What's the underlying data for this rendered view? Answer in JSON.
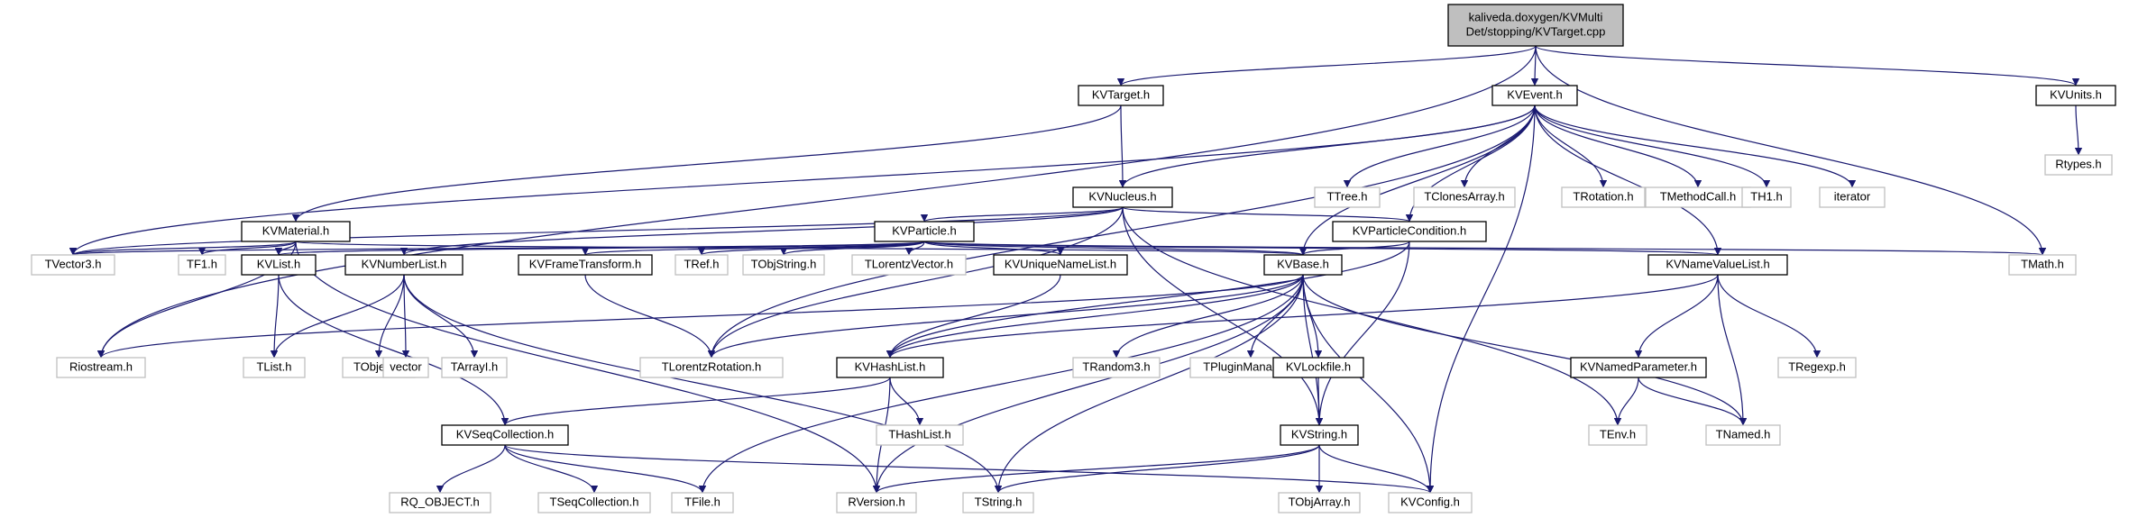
{
  "graph": {
    "colors": {
      "edge": "#191970",
      "root_fill": "#bfbfbf",
      "node_border": "#000000",
      "ext_border": "#bfbfbf",
      "node_fill": "#ffffff"
    },
    "nodes": [
      {
        "id": "root",
        "label": "kaliveda.doxygen/KVMulti\nDet/stopping/KVTarget.cpp",
        "kind": "root"
      },
      {
        "id": "kvtarget",
        "label": "KVTarget.h",
        "kind": "doc"
      },
      {
        "id": "kvevent",
        "label": "KVEvent.h",
        "kind": "doc"
      },
      {
        "id": "kvunits",
        "label": "KVUnits.h",
        "kind": "doc"
      },
      {
        "id": "rtypes",
        "label": "Rtypes.h",
        "kind": "ext"
      },
      {
        "id": "kvnucleus",
        "label": "KVNucleus.h",
        "kind": "doc"
      },
      {
        "id": "ttree",
        "label": "TTree.h",
        "kind": "ext"
      },
      {
        "id": "tclones",
        "label": "TClonesArray.h",
        "kind": "ext"
      },
      {
        "id": "trotation",
        "label": "TRotation.h",
        "kind": "ext"
      },
      {
        "id": "tmethodcall",
        "label": "TMethodCall.h",
        "kind": "ext"
      },
      {
        "id": "th1",
        "label": "TH1.h",
        "kind": "ext"
      },
      {
        "id": "iterator",
        "label": "iterator",
        "kind": "ext"
      },
      {
        "id": "kvmaterial",
        "label": "KVMaterial.h",
        "kind": "doc"
      },
      {
        "id": "kvparticle",
        "label": "KVParticle.h",
        "kind": "doc"
      },
      {
        "id": "kvparticlecond",
        "label": "KVParticleCondition.h",
        "kind": "doc"
      },
      {
        "id": "tvector3",
        "label": "TVector3.h",
        "kind": "ext"
      },
      {
        "id": "tf1",
        "label": "TF1.h",
        "kind": "ext"
      },
      {
        "id": "kvlist",
        "label": "KVList.h",
        "kind": "doc"
      },
      {
        "id": "kvnumberlist",
        "label": "KVNumberList.h",
        "kind": "doc"
      },
      {
        "id": "kvframetransform",
        "label": "KVFrameTransform.h",
        "kind": "doc"
      },
      {
        "id": "tref",
        "label": "TRef.h",
        "kind": "ext"
      },
      {
        "id": "tobjstring",
        "label": "TObjString.h",
        "kind": "ext"
      },
      {
        "id": "tlorentzvector",
        "label": "TLorentzVector.h",
        "kind": "ext"
      },
      {
        "id": "kvuniquenamelist",
        "label": "KVUniqueNameList.h",
        "kind": "doc"
      },
      {
        "id": "kvbase",
        "label": "KVBase.h",
        "kind": "doc"
      },
      {
        "id": "kvnamevaluelist",
        "label": "KVNameValueList.h",
        "kind": "doc"
      },
      {
        "id": "tmath",
        "label": "TMath.h",
        "kind": "ext"
      },
      {
        "id": "riostream",
        "label": "Riostream.h",
        "kind": "ext"
      },
      {
        "id": "tlist",
        "label": "TList.h",
        "kind": "ext"
      },
      {
        "id": "tobject",
        "label": "TObject.h",
        "kind": "ext"
      },
      {
        "id": "vector",
        "label": "vector",
        "kind": "ext"
      },
      {
        "id": "tarrayi",
        "label": "TArrayI.h",
        "kind": "ext"
      },
      {
        "id": "tlorentzrotation",
        "label": "TLorentzRotation.h",
        "kind": "ext"
      },
      {
        "id": "kvhashlist",
        "label": "KVHashList.h",
        "kind": "doc"
      },
      {
        "id": "trandom3",
        "label": "TRandom3.h",
        "kind": "ext"
      },
      {
        "id": "tpluginmanager",
        "label": "TPluginManager.h",
        "kind": "ext"
      },
      {
        "id": "kvlockfile",
        "label": "KVLockfile.h",
        "kind": "doc"
      },
      {
        "id": "kvnamedparameter",
        "label": "KVNamedParameter.h",
        "kind": "doc"
      },
      {
        "id": "tregexp",
        "label": "TRegexp.h",
        "kind": "ext"
      },
      {
        "id": "kvseqcollection",
        "label": "KVSeqCollection.h",
        "kind": "doc"
      },
      {
        "id": "thashlist",
        "label": "THashList.h",
        "kind": "ext"
      },
      {
        "id": "kvstring",
        "label": "KVString.h",
        "kind": "doc"
      },
      {
        "id": "tenv",
        "label": "TEnv.h",
        "kind": "ext"
      },
      {
        "id": "tnamed",
        "label": "TNamed.h",
        "kind": "ext"
      },
      {
        "id": "rq_object",
        "label": "RQ_OBJECT.h",
        "kind": "ext"
      },
      {
        "id": "tseqcollection",
        "label": "TSeqCollection.h",
        "kind": "ext"
      },
      {
        "id": "tfile",
        "label": "TFile.h",
        "kind": "ext"
      },
      {
        "id": "rversion",
        "label": "RVersion.h",
        "kind": "ext"
      },
      {
        "id": "tstring",
        "label": "TString.h",
        "kind": "ext"
      },
      {
        "id": "tobjarray",
        "label": "TObjArray.h",
        "kind": "ext"
      },
      {
        "id": "kvconfig",
        "label": "KVConfig.h",
        "kind": "ext"
      }
    ],
    "edges": [
      [
        "root",
        "kvtarget"
      ],
      [
        "root",
        "kvevent"
      ],
      [
        "root",
        "kvunits"
      ],
      [
        "root",
        "riostream"
      ],
      [
        "root",
        "tmath"
      ],
      [
        "kvunits",
        "rtypes"
      ],
      [
        "kvtarget",
        "kvnucleus"
      ],
      [
        "kvtarget",
        "kvmaterial"
      ],
      [
        "kvevent",
        "kvnucleus"
      ],
      [
        "kvevent",
        "ttree"
      ],
      [
        "kvevent",
        "tclones"
      ],
      [
        "kvevent",
        "trotation"
      ],
      [
        "kvevent",
        "tmethodcall"
      ],
      [
        "kvevent",
        "th1"
      ],
      [
        "kvevent",
        "iterator"
      ],
      [
        "kvevent",
        "tvector3"
      ],
      [
        "kvevent",
        "kvparticlecond"
      ],
      [
        "kvevent",
        "kvnamevaluelist"
      ],
      [
        "kvevent",
        "kvconfig"
      ],
      [
        "kvevent",
        "tlorentzrotation"
      ],
      [
        "kvevent",
        "kvbase"
      ],
      [
        "kvnucleus",
        "kvparticle"
      ],
      [
        "kvnucleus",
        "kvparticlecond"
      ],
      [
        "kvnucleus",
        "tvector3"
      ],
      [
        "kvnucleus",
        "kvnumberlist"
      ],
      [
        "kvnucleus",
        "tenv"
      ],
      [
        "kvnucleus",
        "kvstring"
      ],
      [
        "kvnucleus",
        "tlorentzrotation"
      ],
      [
        "kvmaterial",
        "tvector3"
      ],
      [
        "kvmaterial",
        "tf1"
      ],
      [
        "kvmaterial",
        "kvlist"
      ],
      [
        "kvmaterial",
        "riostream"
      ],
      [
        "kvmaterial",
        "kvbase"
      ],
      [
        "kvmaterial",
        "rversion"
      ],
      [
        "kvparticle",
        "tvector3"
      ],
      [
        "kvparticle",
        "kvlist"
      ],
      [
        "kvparticle",
        "kvframetransform"
      ],
      [
        "kvparticle",
        "tref"
      ],
      [
        "kvparticle",
        "tobjstring"
      ],
      [
        "kvparticle",
        "tlorentzvector"
      ],
      [
        "kvparticle",
        "kvuniquenamelist"
      ],
      [
        "kvparticle",
        "kvbase"
      ],
      [
        "kvparticle",
        "kvnamevaluelist"
      ],
      [
        "kvparticle",
        "tmath"
      ],
      [
        "kvparticlecond",
        "kvbase"
      ],
      [
        "kvparticlecond",
        "kvhashlist"
      ],
      [
        "kvparticlecond",
        "kvstring"
      ],
      [
        "kvlist",
        "tlist"
      ],
      [
        "kvlist",
        "kvseqcollection"
      ],
      [
        "kvnumberlist",
        "tlist"
      ],
      [
        "kvnumberlist",
        "tobject"
      ],
      [
        "kvnumberlist",
        "vector"
      ],
      [
        "kvnumberlist",
        "tarrayi"
      ],
      [
        "kvnumberlist",
        "tstring"
      ],
      [
        "kvframetransform",
        "tlorentzrotation"
      ],
      [
        "kvuniquenamelist",
        "kvhashlist"
      ],
      [
        "kvbase",
        "riostream"
      ],
      [
        "kvbase",
        "tlorentzrotation"
      ],
      [
        "kvbase",
        "kvhashlist"
      ],
      [
        "kvbase",
        "trandom3"
      ],
      [
        "kvbase",
        "tpluginmanager"
      ],
      [
        "kvbase",
        "kvlockfile"
      ],
      [
        "kvbase",
        "tnamed"
      ],
      [
        "kvbase",
        "kvstring"
      ],
      [
        "kvbase",
        "kvconfig"
      ],
      [
        "kvbase",
        "tfile"
      ],
      [
        "kvbase",
        "rversion"
      ],
      [
        "kvbase",
        "tstring"
      ],
      [
        "kvnamevaluelist",
        "kvhashlist"
      ],
      [
        "kvnamevaluelist",
        "kvnamedparameter"
      ],
      [
        "kvnamevaluelist",
        "tregexp"
      ],
      [
        "kvnamevaluelist",
        "tnamed"
      ],
      [
        "kvhashlist",
        "kvseqcollection"
      ],
      [
        "kvhashlist",
        "thashlist"
      ],
      [
        "kvhashlist",
        "rversion"
      ],
      [
        "kvlockfile",
        "kvstring"
      ],
      [
        "kvnamedparameter",
        "tenv"
      ],
      [
        "kvnamedparameter",
        "tnamed"
      ],
      [
        "kvseqcollection",
        "rq_object"
      ],
      [
        "kvseqcollection",
        "tseqcollection"
      ],
      [
        "kvseqcollection",
        "tfile"
      ],
      [
        "kvseqcollection",
        "kvconfig"
      ],
      [
        "kvstring",
        "rversion"
      ],
      [
        "kvstring",
        "tstring"
      ],
      [
        "kvstring",
        "tobjarray"
      ],
      [
        "kvstring",
        "kvconfig"
      ]
    ]
  }
}
